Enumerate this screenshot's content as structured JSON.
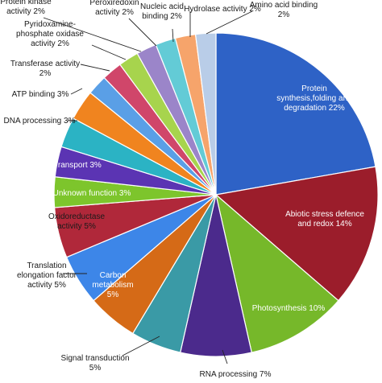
{
  "chart_data": {
    "type": "pie",
    "title": "",
    "slices": [
      {
        "label": [
          "Protein",
          "synthesis,folding and",
          "degradation 22%"
        ],
        "value": 22,
        "color": "#2e62c6"
      },
      {
        "label": [
          "Abiotic stress defence",
          "and redox 14%"
        ],
        "value": 14,
        "color": "#9b1d2b"
      },
      {
        "label": [
          "Photosynthesis 10%"
        ],
        "value": 10,
        "color": "#76b82a"
      },
      {
        "label": [
          "RNA processing 7%"
        ],
        "value": 7,
        "color": "#4b2a8c"
      },
      {
        "label": [
          "Signal transduction",
          "5%"
        ],
        "value": 5,
        "color": "#3a9aa6"
      },
      {
        "label": [
          "Carbon",
          "metabolism",
          "5%"
        ],
        "value": 5,
        "color": "#d56a17"
      },
      {
        "label": [
          "Translation",
          "elongation factor",
          "activity 5%"
        ],
        "value": 5,
        "color": "#3d86e8"
      },
      {
        "label": [
          "Oxidoreductase",
          "activity 5%"
        ],
        "value": 5,
        "color": "#b0283a"
      },
      {
        "label": [
          "Unknown function 3%"
        ],
        "value": 3,
        "color": "#7dc52c"
      },
      {
        "label": [
          "Transport 3%"
        ],
        "value": 3,
        "color": "#5b34b3"
      },
      {
        "label": [
          "DNA processing 3%"
        ],
        "value": 3,
        "color": "#2bb3c4"
      },
      {
        "label": [
          "ATP binding 3%"
        ],
        "value": 3,
        "color": "#f0841f"
      },
      {
        "label": [
          "Transferase activity",
          "2%"
        ],
        "value": 2,
        "color": "#5a9fe6"
      },
      {
        "label": [
          "Pyridoxamine-",
          "phosphate oxidase",
          "activity 2%"
        ],
        "value": 2,
        "color": "#d0466a"
      },
      {
        "label": [
          "Protein kinase",
          "activity 2%"
        ],
        "value": 2,
        "color": "#a7d44d"
      },
      {
        "label": [
          "Peroxiredoxin",
          "activity 2%"
        ],
        "value": 2,
        "color": "#9b85c9"
      },
      {
        "label": [
          "Nucleic acid",
          "binding 2%"
        ],
        "value": 2,
        "color": "#63cbd6"
      },
      {
        "label": [
          "Hydrolase activity 2%"
        ],
        "value": 2,
        "color": "#f6a46b"
      },
      {
        "label": [
          "Amino acid binding",
          "2%"
        ],
        "value": 2,
        "color": "#b9cde8"
      }
    ]
  }
}
